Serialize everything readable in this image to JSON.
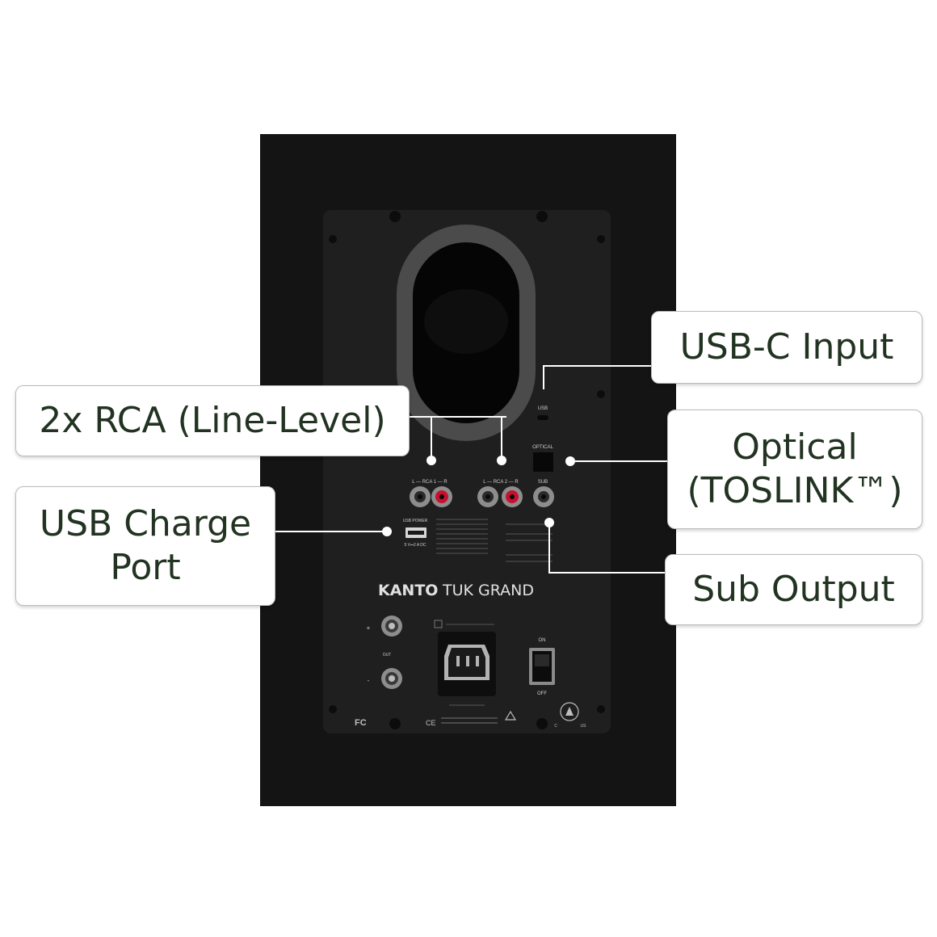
{
  "callouts": {
    "rca": {
      "line1": "2x RCA (Line-Level)"
    },
    "usb_charge": {
      "line1": "USB Charge",
      "line2": "Port"
    },
    "usb_c": {
      "line1": "USB-C Input"
    },
    "optical": {
      "line1": "Optical",
      "line2": "(TOSLINK™)"
    },
    "sub": {
      "line1": "Sub Output"
    }
  },
  "panel": {
    "brand": "KANTO",
    "model": "TUK GRAND",
    "usb_label": "USB",
    "optical_label": "OPTICAL",
    "rca1_label": "L — RCA 1 — R",
    "rca2_label": "L — RCA 2 — R",
    "sub_label": "SUB",
    "usb_power_label": "USB POWER",
    "usb_power_rating": "5 V⎓2 A DC",
    "switch_on": "ON",
    "switch_off": "OFF",
    "out_label": "OUT",
    "plus_label": "+",
    "minus_label": "-",
    "fc_mark": "FC",
    "ce_mark": "CE",
    "us_mark": "US",
    "c_mark": "C"
  },
  "colors": {
    "cabinet": "#141414",
    "panel": "#1f1f1f",
    "port_gray": "#4a4a4a",
    "rca_red": "#c8102e",
    "callout_text": "#223322",
    "callout_border": "#b9bdb8"
  }
}
